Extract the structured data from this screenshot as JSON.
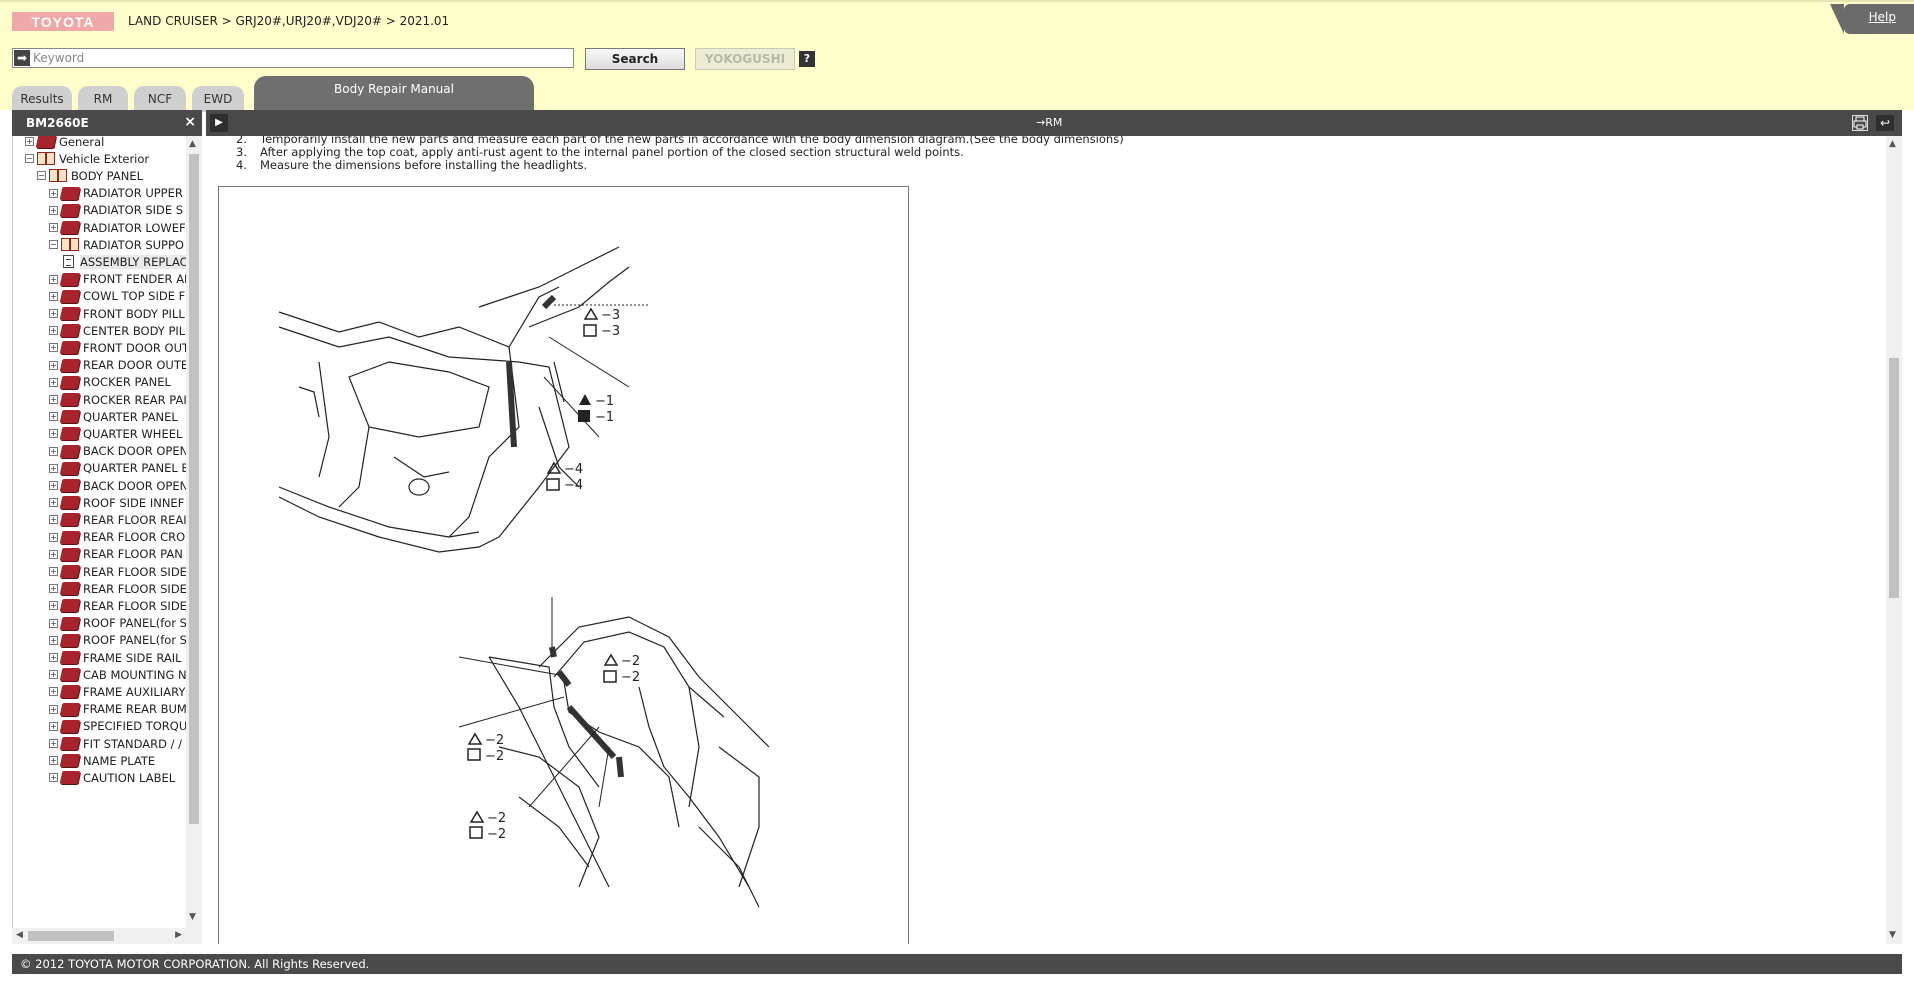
{
  "header": {
    "logo": "TOYOTA",
    "breadcrumb": "LAND CRUISER > GRJ20#,URJ20#,VDJ20# > 2021.01",
    "help": "Help"
  },
  "search": {
    "placeholder": "Keyword",
    "value": "",
    "search_label": "Search",
    "yokogushi_label": "YOKOGUSHI",
    "question_label": "?"
  },
  "tabs": [
    {
      "label": "Results"
    },
    {
      "label": "RM"
    },
    {
      "label": "NCF"
    },
    {
      "label": "EWD"
    },
    {
      "label": "Body Repair Manual"
    }
  ],
  "left_panel": {
    "code": "BM2660E",
    "close": "×"
  },
  "tree": [
    {
      "label": "General",
      "level": 0,
      "expand": "+",
      "icon": "book-closed"
    },
    {
      "label": "Vehicle Exterior",
      "level": 0,
      "expand": "−",
      "icon": "book-open"
    },
    {
      "label": "BODY PANEL",
      "level": 1,
      "expand": "−",
      "icon": "book-open"
    },
    {
      "label": "RADIATOR UPPER",
      "level": 2,
      "expand": "+",
      "icon": "book-closed"
    },
    {
      "label": "RADIATOR SIDE S",
      "level": 2,
      "expand": "+",
      "icon": "book-closed"
    },
    {
      "label": "RADIATOR LOWEF",
      "level": 2,
      "expand": "+",
      "icon": "book-closed"
    },
    {
      "label": "RADIATOR SUPPO",
      "level": 2,
      "expand": "−",
      "icon": "book-open"
    },
    {
      "label": "ASSEMBLY REPLAC",
      "level": 3,
      "expand": "",
      "icon": "page",
      "selected": true
    },
    {
      "label": "FRONT FENDER AI",
      "level": 2,
      "expand": "+",
      "icon": "book-closed"
    },
    {
      "label": "COWL TOP SIDE F",
      "level": 2,
      "expand": "+",
      "icon": "book-closed"
    },
    {
      "label": "FRONT BODY PILL",
      "level": 2,
      "expand": "+",
      "icon": "book-closed"
    },
    {
      "label": "CENTER BODY PIL",
      "level": 2,
      "expand": "+",
      "icon": "book-closed"
    },
    {
      "label": "FRONT DOOR OUT",
      "level": 2,
      "expand": "+",
      "icon": "book-closed"
    },
    {
      "label": "REAR DOOR OUTE",
      "level": 2,
      "expand": "+",
      "icon": "book-closed"
    },
    {
      "label": "ROCKER PANEL",
      "level": 2,
      "expand": "+",
      "icon": "book-closed"
    },
    {
      "label": "ROCKER REAR PAI",
      "level": 2,
      "expand": "+",
      "icon": "book-closed"
    },
    {
      "label": "QUARTER PANEL",
      "level": 2,
      "expand": "+",
      "icon": "book-closed"
    },
    {
      "label": "QUARTER WHEEL",
      "level": 2,
      "expand": "+",
      "icon": "book-closed"
    },
    {
      "label": "BACK DOOR OPEN",
      "level": 2,
      "expand": "+",
      "icon": "book-closed"
    },
    {
      "label": "QUARTER PANEL E",
      "level": 2,
      "expand": "+",
      "icon": "book-closed"
    },
    {
      "label": "BACK DOOR OPEN",
      "level": 2,
      "expand": "+",
      "icon": "book-closed"
    },
    {
      "label": "ROOF SIDE INNEF",
      "level": 2,
      "expand": "+",
      "icon": "book-closed"
    },
    {
      "label": "REAR FLOOR REAI",
      "level": 2,
      "expand": "+",
      "icon": "book-closed"
    },
    {
      "label": "REAR FLOOR CRO",
      "level": 2,
      "expand": "+",
      "icon": "book-closed"
    },
    {
      "label": "REAR FLOOR PAN",
      "level": 2,
      "expand": "+",
      "icon": "book-closed"
    },
    {
      "label": "REAR FLOOR SIDE",
      "level": 2,
      "expand": "+",
      "icon": "book-closed"
    },
    {
      "label": "REAR FLOOR SIDE",
      "level": 2,
      "expand": "+",
      "icon": "book-closed"
    },
    {
      "label": "REAR FLOOR SIDE",
      "level": 2,
      "expand": "+",
      "icon": "book-closed"
    },
    {
      "label": "ROOF PANEL(for S",
      "level": 2,
      "expand": "+",
      "icon": "book-closed"
    },
    {
      "label": "ROOF PANEL(for S",
      "level": 2,
      "expand": "+",
      "icon": "book-closed"
    },
    {
      "label": "FRAME SIDE RAIL",
      "level": 2,
      "expand": "+",
      "icon": "book-closed"
    },
    {
      "label": "CAB MOUNTING N",
      "level": 2,
      "expand": "+",
      "icon": "book-closed"
    },
    {
      "label": "FRAME AUXILIARY",
      "level": 2,
      "expand": "+",
      "icon": "book-closed"
    },
    {
      "label": "FRAME REAR BUM",
      "level": 2,
      "expand": "+",
      "icon": "book-closed"
    },
    {
      "label": "SPECIFIED TORQU",
      "level": 2,
      "expand": "+",
      "icon": "book-closed"
    },
    {
      "label": "FIT STANDARD / /",
      "level": 2,
      "expand": "+",
      "icon": "book-closed"
    },
    {
      "label": "NAME PLATE",
      "level": 2,
      "expand": "+",
      "icon": "book-closed"
    },
    {
      "label": "CAUTION LABEL",
      "level": 2,
      "expand": "+",
      "icon": "book-closed"
    }
  ],
  "content_header": {
    "to_rm": "→RM"
  },
  "steps": [
    {
      "num": "2.",
      "text": "Temporarily install the new parts and measure each part of the new parts in accordance with the body dimension diagram.(See the body dimensions)"
    },
    {
      "num": "3.",
      "text": "After applying the top coat, apply anti-rust agent to the internal panel portion of the closed section structural weld points."
    },
    {
      "num": "4.",
      "text": "Measure the dimensions before installing the headlights."
    }
  ],
  "figure_legends": {
    "a3": "−3",
    "b3": "−3",
    "a1": "−1",
    "b1": "−1",
    "a4": "−4",
    "b4": "−4",
    "c2": "−2",
    "d2": "−2",
    "e2": "−2",
    "f2": "−2",
    "g2": "−2",
    "h2": "−2"
  },
  "footer": {
    "copyright": "© 2012 TOYOTA MOTOR CORPORATION. All Rights Reserved."
  }
}
